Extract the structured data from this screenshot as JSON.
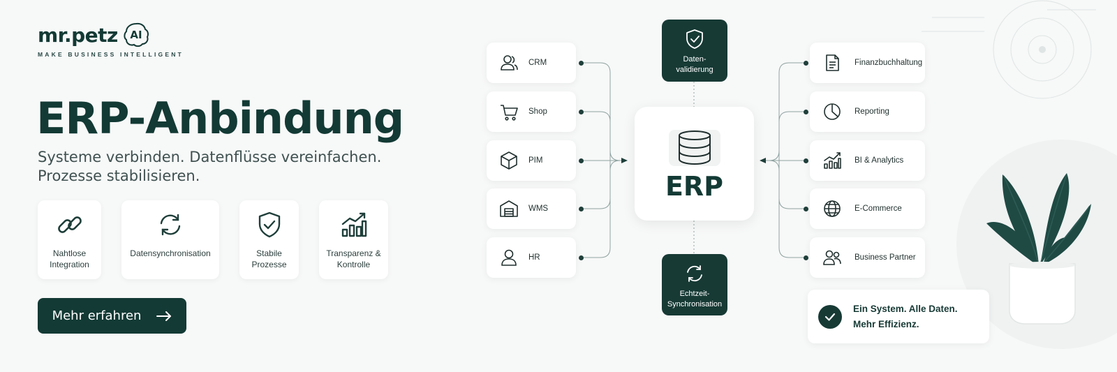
{
  "brand": {
    "name": "mr.petz",
    "badge": "AI",
    "tagline": "MAKE BUSINESS INTELLIGENT"
  },
  "hero": {
    "title": "ERP-Anbindung",
    "subtitle_line1": "Systeme verbinden. Datenflüsse vereinfachen.",
    "subtitle_line2": "Prozesse stabilisieren."
  },
  "features": [
    {
      "label": "Nahtlose\nIntegration",
      "icon": "link-icon"
    },
    {
      "label": "Datensynchronisation",
      "icon": "sync-icon"
    },
    {
      "label": "Stabile\nProzesse",
      "icon": "shield-check-icon"
    },
    {
      "label": "Transparenz &\nKontrolle",
      "icon": "bar-chart-icon"
    }
  ],
  "cta": {
    "label": "Mehr erfahren",
    "icon": "arrow-right-icon"
  },
  "diagram": {
    "center_label": "ERP",
    "center_icon": "database-icon",
    "top_node": {
      "label": "Daten-\nvalidierung",
      "icon": "shield-check-icon"
    },
    "bottom_node": {
      "label": "Echtzeit-\nSynchronisation",
      "icon": "sync-icon"
    },
    "left_nodes": [
      {
        "label": "CRM",
        "icon": "users-icon"
      },
      {
        "label": "Shop",
        "icon": "cart-icon"
      },
      {
        "label": "PIM",
        "icon": "box-icon"
      },
      {
        "label": "WMS",
        "icon": "warehouse-icon"
      },
      {
        "label": "HR",
        "icon": "user-icon"
      }
    ],
    "right_nodes": [
      {
        "label": "Finanzbuchhaltung",
        "icon": "document-icon"
      },
      {
        "label": "Reporting",
        "icon": "pie-chart-icon"
      },
      {
        "label": "BI & Analytics",
        "icon": "analytics-icon"
      },
      {
        "label": "E-Commerce",
        "icon": "globe-icon"
      },
      {
        "label": "Business Partner",
        "icon": "partners-icon"
      }
    ]
  },
  "summary": {
    "line1": "Ein System. Alle Daten.",
    "line2": "Mehr Effizienz.",
    "icon": "check-icon"
  },
  "colors": {
    "primary": "#173a35",
    "background": "#f7f8f8",
    "card": "#ffffff",
    "text": "#1a3a36"
  }
}
